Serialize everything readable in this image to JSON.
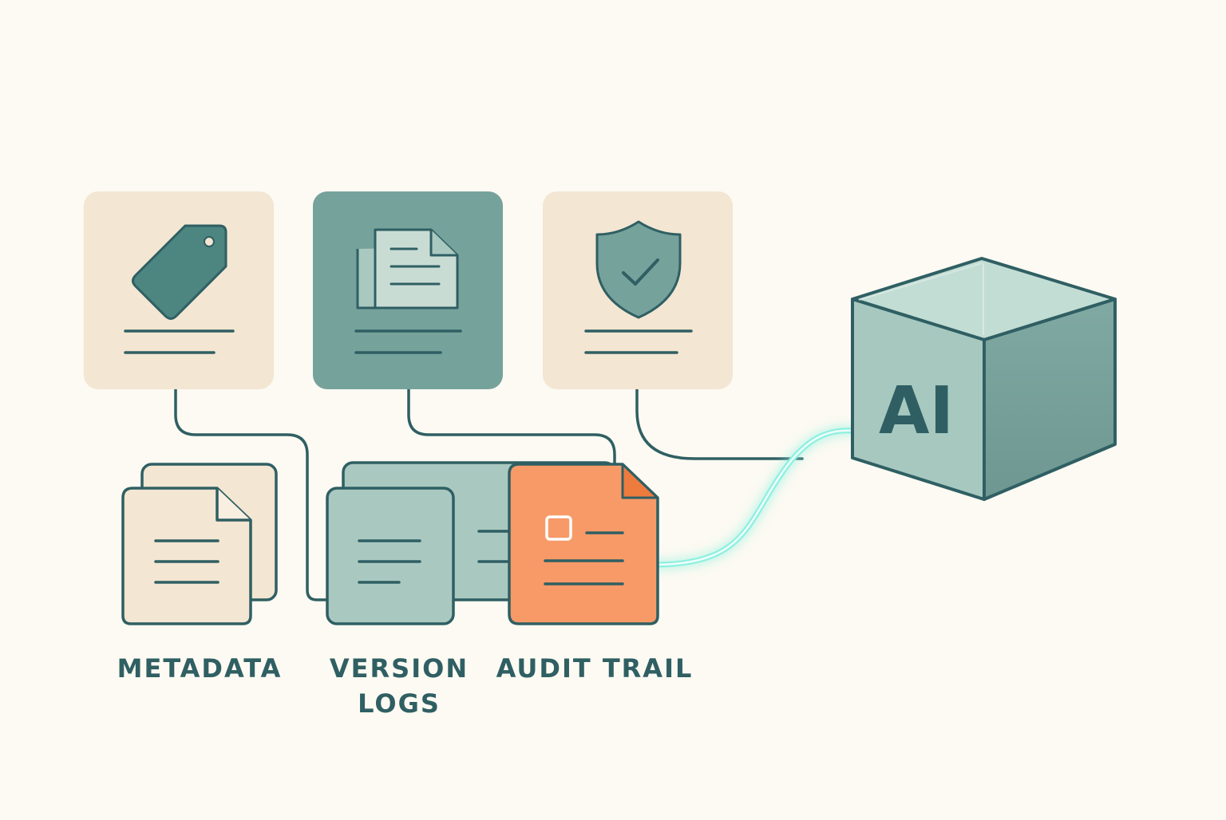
{
  "labels": {
    "metadata": "METADATA",
    "version_line1": "VERSION",
    "version_line2": "LOGS",
    "audit": "AUDIT TRAIL",
    "cube": "AI"
  },
  "icons": {
    "card_1": "tag-icon",
    "card_2": "documents-icon",
    "card_3": "shield-check-icon"
  },
  "colors": {
    "background": "#fcfaf2",
    "cream": "#f3e6d2",
    "teal": "#76a29c",
    "teal_light": "#a9c9c0",
    "dark_teal": "#2f5f63",
    "orange": "#f79a68",
    "glow": "#8ef0e0"
  }
}
